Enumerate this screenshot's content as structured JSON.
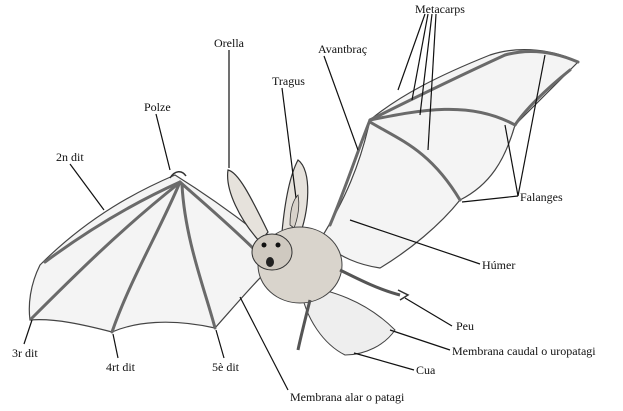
{
  "labels": {
    "metacarps": "Metacarps",
    "orella": "Orella",
    "avantbrac": "Avantbraç",
    "tragus": "Tragus",
    "polze": "Polze",
    "dit2": "2n dit",
    "falanges": "Falanges",
    "humer": "Húmer",
    "peu": "Peu",
    "membrana_caudal": "Membrana caudal o uropatagi",
    "dit3": "3r dit",
    "dit4": "4rt dit",
    "dit5": "5è dit",
    "cua": "Cua",
    "membrana_alar": "Membrana alar o patagi"
  },
  "colors": {
    "ink": "#111111",
    "membrane": "#f4f4f4",
    "bone": "#6a6a6a",
    "fur": "#d9d4cc",
    "ear": "#e6e2dc"
  }
}
